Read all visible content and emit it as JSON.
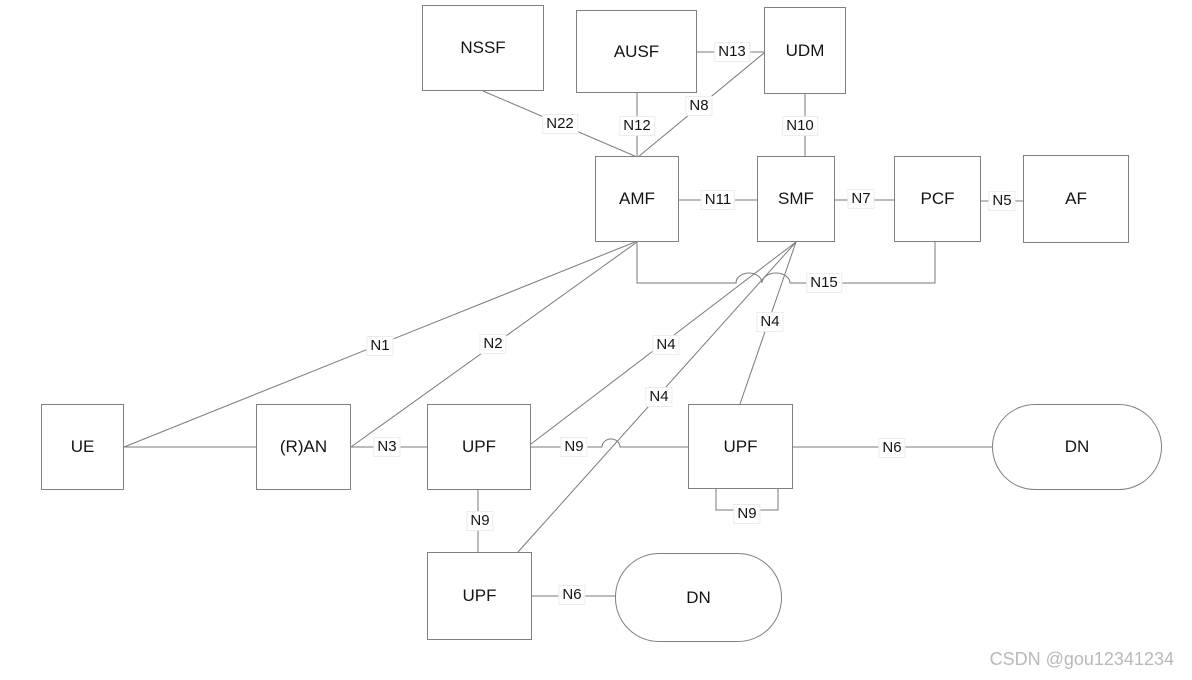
{
  "diagram": {
    "nodes": {
      "nssf": {
        "label": "NSSF"
      },
      "ausf": {
        "label": "AUSF"
      },
      "udm": {
        "label": "UDM"
      },
      "amf": {
        "label": "AMF"
      },
      "smf": {
        "label": "SMF"
      },
      "pcf": {
        "label": "PCF"
      },
      "af": {
        "label": "AF"
      },
      "ue": {
        "label": "UE"
      },
      "ran": {
        "label": "(R)AN"
      },
      "upf_mid": {
        "label": "UPF"
      },
      "upf_right": {
        "label": "UPF"
      },
      "upf_bottom": {
        "label": "UPF"
      },
      "dn_right": {
        "label": "DN"
      },
      "dn_bottom": {
        "label": "DN"
      }
    },
    "edge_labels": {
      "n22": "N22",
      "n12": "N12",
      "n13": "N13",
      "n8": "N8",
      "n10": "N10",
      "n11": "N11",
      "n7": "N7",
      "n5": "N5",
      "n15": "N15",
      "n1": "N1",
      "n2": "N2",
      "n3": "N3",
      "n4_to_upf_mid": "N4",
      "n4_to_upf_right": "N4",
      "n4_to_upf_bottom": "N4",
      "n9_upf_mid_to_upf_right": "N9",
      "n9_upf_mid_to_upf_bottom": "N9",
      "n9_upf_right_loop": "N9",
      "n6_right": "N6",
      "n6_bottom": "N6"
    },
    "colors": {
      "line": "#7a7a7a",
      "node_border": "#808080",
      "text": "#141414",
      "watermark": "#b9b9b9"
    }
  },
  "watermark": {
    "text": "CSDN @gou12341234"
  }
}
